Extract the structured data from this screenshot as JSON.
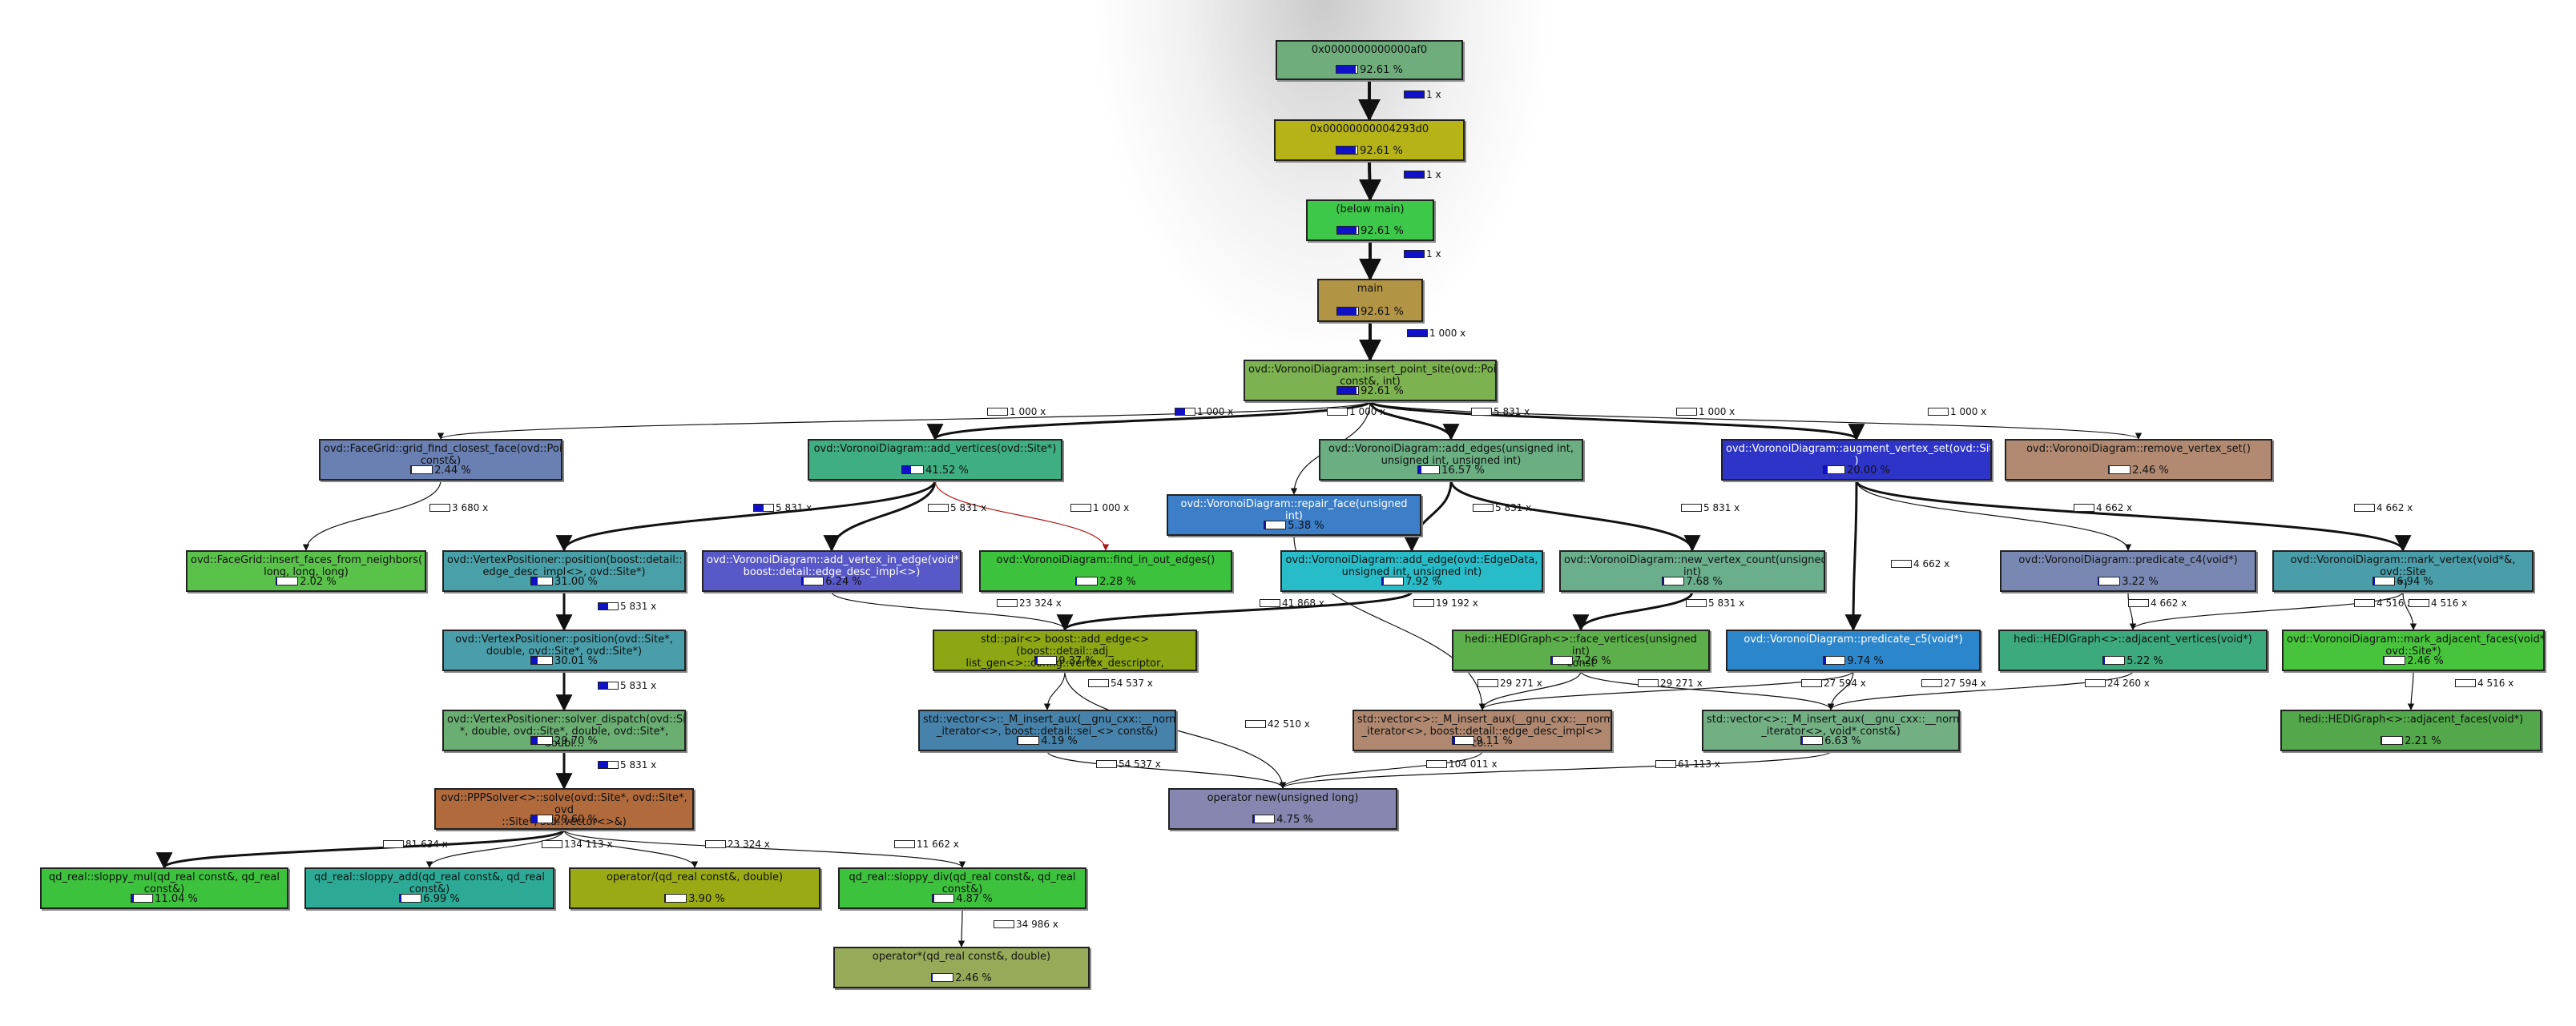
{
  "nodes": [
    {
      "id": "n_root",
      "name": "0x0000000000000af0",
      "pct": "92.61 %",
      "frac": 0.9261,
      "color": "#6fae7c"
    },
    {
      "id": "n_4293d0",
      "name": "0x00000000004293d0",
      "pct": "92.61 %",
      "frac": 0.9261,
      "color": "#b5b317"
    },
    {
      "id": "n_below_main",
      "name": "(below main)",
      "pct": "92.61 %",
      "frac": 0.9261,
      "color": "#3ec84a"
    },
    {
      "id": "n_main",
      "name": "main",
      "pct": "92.61 %",
      "frac": 0.9261,
      "color": "#b29445"
    },
    {
      "id": "n_insert_point_site",
      "name": "ovd::VoronoiDiagram::insert_point_site(ovd::Point\nconst&, int)",
      "pct": "92.61 %",
      "frac": 0.9261,
      "color": "#7cb24f"
    },
    {
      "id": "n_grid_find",
      "name": "ovd::FaceGrid::grid_find_closest_face(ovd::Point\nconst&)",
      "pct": "2.44 %",
      "frac": 0.0244,
      "color": "#6a7fb2"
    },
    {
      "id": "n_add_vertices",
      "name": "ovd::VoronoiDiagram::add_vertices(ovd::Site*)",
      "pct": "41.52 %",
      "frac": 0.4152,
      "color": "#3fae82"
    },
    {
      "id": "n_add_edges",
      "name": "ovd::VoronoiDiagram::add_edges(unsigned int,\nunsigned int, unsigned int)",
      "pct": "16.57 %",
      "frac": 0.1657,
      "color": "#6aae82"
    },
    {
      "id": "n_augment",
      "name": "ovd::VoronoiDiagram::augment_vertex_set(ovd::Site*\n)",
      "pct": "20.00 %",
      "frac": 0.2,
      "color": "#2e34c8",
      "light": true
    },
    {
      "id": "n_remove_vertex",
      "name": "ovd::VoronoiDiagram::remove_vertex_set()",
      "pct": "2.46 %",
      "frac": 0.0246,
      "color": "#b28a72"
    },
    {
      "id": "n_repair_face",
      "name": "ovd::VoronoiDiagram::repair_face(unsigned int)",
      "pct": "5.38 %",
      "frac": 0.0538,
      "color": "#3c7ec8",
      "light": true
    },
    {
      "id": "n_insert_faces",
      "name": "ovd::FaceGrid::insert_faces_from_neighbors(\nlong, long, long)",
      "pct": "2.02 %",
      "frac": 0.0202,
      "color": "#5ac24a"
    },
    {
      "id": "n_vp_position_edge",
      "name": "ovd::VertexPositioner::position(boost::detail::\nedge_desc_impl<>, ovd::Site*)",
      "pct": "31.00 %",
      "frac": 0.31,
      "color": "#4aa0a8"
    },
    {
      "id": "n_add_vertex_in_edge",
      "name": "ovd::VoronoiDiagram::add_vertex_in_edge(void*,\nboost::detail::edge_desc_impl<>)",
      "pct": "6.24 %",
      "frac": 0.0624,
      "color": "#5858c8",
      "light": true
    },
    {
      "id": "n_find_in_out",
      "name": "ovd::VoronoiDiagram::find_in_out_edges()",
      "pct": "2.28 %",
      "frac": 0.0228,
      "color": "#3cc23c"
    },
    {
      "id": "n_add_edge",
      "name": "ovd::VoronoiDiagram::add_edge(ovd::EdgeData,\nunsigned int, unsigned int)",
      "pct": "7.92 %",
      "frac": 0.0792,
      "color": "#28bcc8"
    },
    {
      "id": "n_new_vertex_count",
      "name": "ovd::VoronoiDiagram::new_vertex_count(unsigned\nint)",
      "pct": "7.68 %",
      "frac": 0.0768,
      "color": "#6aae8c"
    },
    {
      "id": "n_predicate_c4",
      "name": "ovd::VoronoiDiagram::predicate_c4(void*)",
      "pct": "3.22 %",
      "frac": 0.0322,
      "color": "#7888b2"
    },
    {
      "id": "n_mark_vertex",
      "name": "ovd::VoronoiDiagram::mark_vertex(void*&, ovd::Site\n*)",
      "pct": "6.94 %",
      "frac": 0.0694,
      "color": "#4a9eaa"
    },
    {
      "id": "n_vp_position_site",
      "name": "ovd::VertexPositioner::position(ovd::Site*,\ndouble, ovd::Site*, ovd::Site*)",
      "pct": "30.01 %",
      "frac": 0.3001,
      "color": "#4a9eaa"
    },
    {
      "id": "n_face_vertices",
      "name": "hedi::HEDIGraph<>::face_vertices(unsigned int)\nconst",
      "pct": "7.26 %",
      "frac": 0.0726,
      "color": "#5caf4a"
    },
    {
      "id": "n_predicate_c5",
      "name": "ovd::VoronoiDiagram::predicate_c5(void*)",
      "pct": "9.74 %",
      "frac": 0.0974,
      "color": "#2c86cc",
      "light": true
    },
    {
      "id": "n_adjacent_vertices",
      "name": "hedi::HEDIGraph<>::adjacent_vertices(void*)",
      "pct": "5.22 %",
      "frac": 0.0522,
      "color": "#3caa7c"
    },
    {
      "id": "n_mark_adjacent_faces",
      "name": "ovd::VoronoiDiagram::mark_adjacent_faces(void*,\novd::Site*)",
      "pct": "2.46 %",
      "frac": 0.0246,
      "color": "#48c43c"
    },
    {
      "id": "n_boost_add_edge",
      "name": "std::pair<> boost::add_edge<>(boost::detail::adj_\nlist_gen<>::config::vertex_descriptor, boost::detai...",
      "pct": "9.37 %",
      "frac": 0.0937,
      "color": "#8ca614"
    },
    {
      "id": "n_solver_dispatch",
      "name": "ovd::VertexPositioner::solver_dispatch(ovd::Site\n*, double, ovd::Site*, double, ovd::Site*, doubl...",
      "pct": "29.70 %",
      "frac": 0.297,
      "color": "#6aae72"
    },
    {
      "id": "n_insert_aux_edge",
      "name": "std::vector<>::_M_insert_aux(__gnu_cxx::__normal\n_iterator<>, boost::detail::edge_desc_impl<> co...",
      "pct": "9.11 %",
      "frac": 0.0911,
      "color": "#b08870"
    },
    {
      "id": "n_insert_aux_void",
      "name": "std::vector<>::_M_insert_aux(__gnu_cxx::__normal\n_iterator<>, void* const&)",
      "pct": "6.63 %",
      "frac": 0.0663,
      "color": "#72b084"
    },
    {
      "id": "n_insert_aux_sei",
      "name": "std::vector<>::_M_insert_aux(__gnu_cxx::__normal\n_iterator<>, boost::detail::sei_<> const&)",
      "pct": "4.19 %",
      "frac": 0.0419,
      "color": "#4682aa"
    },
    {
      "id": "n_adjacent_faces",
      "name": "hedi::HEDIGraph<>::adjacent_faces(void*)",
      "pct": "2.21 %",
      "frac": 0.0221,
      "color": "#52a84a"
    },
    {
      "id": "n_pppsolver",
      "name": "ovd::PPPSolver<>::solve(ovd::Site*, ovd::Site*, ovd\n::Site*, std::vector<>&)",
      "pct": "29.60 %",
      "frac": 0.296,
      "color": "#b06a3c"
    },
    {
      "id": "n_operator_new",
      "name": "operator new(unsigned long)",
      "pct": "4.75 %",
      "frac": 0.0475,
      "color": "#8686b0"
    },
    {
      "id": "n_sloppy_mul",
      "name": "qd_real::sloppy_mul(qd_real const&, qd_real\nconst&)",
      "pct": "11.04 %",
      "frac": 0.1104,
      "color": "#3cc23c"
    },
    {
      "id": "n_sloppy_add",
      "name": "qd_real::sloppy_add(qd_real const&, qd_real\nconst&)",
      "pct": "6.99 %",
      "frac": 0.0699,
      "color": "#2caa96"
    },
    {
      "id": "n_operator_f",
      "name": "operator/(qd_real const&, double)",
      "pct": "3.90 %",
      "frac": 0.039,
      "color": "#9aaa14"
    },
    {
      "id": "n_sloppy_div",
      "name": "qd_real::sloppy_div(qd_real const&, qd_real\nconst&)",
      "pct": "4.87 %",
      "frac": 0.0487,
      "color": "#3cc23c"
    },
    {
      "id": "n_operator_mul",
      "name": "operator*(qd_real const&, double)",
      "pct": "2.46 %",
      "frac": 0.0246,
      "color": "#96aa5a"
    }
  ],
  "edges": [
    {
      "from": "n_root",
      "to": "n_4293d0",
      "count": "1 x",
      "frac": 1.0
    },
    {
      "from": "n_4293d0",
      "to": "n_below_main",
      "count": "1 x",
      "frac": 1.0
    },
    {
      "from": "n_below_main",
      "to": "n_main",
      "count": "1 x",
      "frac": 1.0
    },
    {
      "from": "n_main",
      "to": "n_insert_point_site",
      "count": "1 000 x",
      "frac": 1.0
    },
    {
      "from": "n_insert_point_site",
      "to": "n_grid_find",
      "count": "1 000 x",
      "frac": 0.0
    },
    {
      "from": "n_insert_point_site",
      "to": "n_add_vertices",
      "count": "1 000 x",
      "frac": 0.5
    },
    {
      "from": "n_insert_point_site",
      "to": "n_repair_face",
      "count": "1 000 x",
      "frac": 0.0
    },
    {
      "from": "n_insert_point_site",
      "to": "n_add_edges",
      "count": "5 831 x",
      "frac": 0.0
    },
    {
      "from": "n_insert_point_site",
      "to": "n_augment",
      "count": "1 000 x",
      "frac": 0.0
    },
    {
      "from": "n_insert_point_site",
      "to": "n_remove_vertex",
      "count": "1 000 x",
      "frac": 0.0
    },
    {
      "from": "n_grid_find",
      "to": "n_insert_faces",
      "count": "3 680 x",
      "frac": 0.0
    },
    {
      "from": "n_add_vertices",
      "to": "n_vp_position_edge",
      "count": "5 831 x",
      "frac": 0.5
    },
    {
      "from": "n_add_vertices",
      "to": "n_add_vertex_in_edge",
      "count": "5 831 x",
      "frac": 0.0
    },
    {
      "from": "n_add_vertices",
      "to": "n_find_in_out",
      "count": "1 000 x",
      "frac": 0.0
    },
    {
      "from": "n_add_edges",
      "to": "n_add_edge",
      "count": "5 831 x",
      "frac": 0.0
    },
    {
      "from": "n_add_edges",
      "to": "n_new_vertex_count",
      "count": "5 831 x",
      "frac": 0.0
    },
    {
      "from": "n_augment",
      "to": "n_predicate_c4",
      "count": "4 662 x",
      "frac": 0.0
    },
    {
      "from": "n_augment",
      "to": "n_mark_vertex",
      "count": "4 662 x",
      "frac": 0.0
    },
    {
      "from": "n_augment",
      "to": "n_predicate_c5",
      "count": "4 662 x",
      "frac": 0.0
    },
    {
      "from": "n_vp_position_edge",
      "to": "n_vp_position_site",
      "count": "5 831 x",
      "frac": 0.5
    },
    {
      "from": "n_add_vertex_in_edge",
      "to": "n_boost_add_edge",
      "count": "23 324 x",
      "frac": 0.0
    },
    {
      "from": "n_add_edge",
      "to": "n_boost_add_edge",
      "count": "41 868 x",
      "frac": 0.0
    },
    {
      "from": "n_new_vertex_count",
      "to": "n_face_vertices",
      "count": "5 831 x",
      "frac": 0.0
    },
    {
      "from": "n_repair_face",
      "to": "n_insert_aux_edge",
      "count": "19 192 x",
      "frac": 0.0
    },
    {
      "from": "n_predicate_c4",
      "to": "n_adjacent_vertices",
      "count": "4 662 x",
      "frac": 0.0
    },
    {
      "from": "n_mark_vertex",
      "to": "n_adjacent_vertices",
      "count": "4 516 x",
      "frac": 0.0
    },
    {
      "from": "n_mark_vertex",
      "to": "n_mark_adjacent_faces",
      "count": "4 516 x",
      "frac": 0.0
    },
    {
      "from": "n_vp_position_site",
      "to": "n_solver_dispatch",
      "count": "5 831 x",
      "frac": 0.5
    },
    {
      "from": "n_boost_add_edge",
      "to": "n_insert_aux_sei",
      "count": "54 537 x",
      "frac": 0.0
    },
    {
      "from": "n_boost_add_edge",
      "to": "n_operator_new",
      "count": "42 510 x",
      "frac": 0.0
    },
    {
      "from": "n_face_vertices",
      "to": "n_insert_aux_edge",
      "count": "29 271 x",
      "frac": 0.0
    },
    {
      "from": "n_face_vertices",
      "to": "n_insert_aux_void",
      "count": "29 271 x",
      "frac": 0.0
    },
    {
      "from": "n_predicate_c5",
      "to": "n_insert_aux_edge",
      "count": "27 594 x",
      "frac": 0.0
    },
    {
      "from": "n_predicate_c5",
      "to": "n_insert_aux_void",
      "count": "27 594 x",
      "frac": 0.0
    },
    {
      "from": "n_adjacent_vertices",
      "to": "n_insert_aux_void",
      "count": "24 260 x",
      "frac": 0.0
    },
    {
      "from": "n_mark_adjacent_faces",
      "to": "n_adjacent_faces",
      "count": "4 516 x",
      "frac": 0.0
    },
    {
      "from": "n_solver_dispatch",
      "to": "n_pppsolver",
      "count": "5 831 x",
      "frac": 0.5
    },
    {
      "from": "n_insert_aux_sei",
      "to": "n_operator_new",
      "count": "54 537 x",
      "frac": 0.0
    },
    {
      "from": "n_insert_aux_edge",
      "to": "n_operator_new",
      "count": "104 011 x",
      "frac": 0.0
    },
    {
      "from": "n_insert_aux_void",
      "to": "n_operator_new",
      "count": "61 113 x",
      "frac": 0.0
    },
    {
      "from": "n_pppsolver",
      "to": "n_sloppy_mul",
      "count": "81 634 x",
      "frac": 0.0
    },
    {
      "from": "n_pppsolver",
      "to": "n_sloppy_add",
      "count": "134 113 x",
      "frac": 0.0
    },
    {
      "from": "n_pppsolver",
      "to": "n_operator_f",
      "count": "23 324 x",
      "frac": 0.0
    },
    {
      "from": "n_pppsolver",
      "to": "n_sloppy_div",
      "count": "11 662 x",
      "frac": 0.0
    },
    {
      "from": "n_sloppy_div",
      "to": "n_operator_mul",
      "count": "34 986 x",
      "frac": 0.0
    }
  ],
  "edge_colors": {
    "default": "#111111",
    "find_in_out": "#b01818"
  }
}
